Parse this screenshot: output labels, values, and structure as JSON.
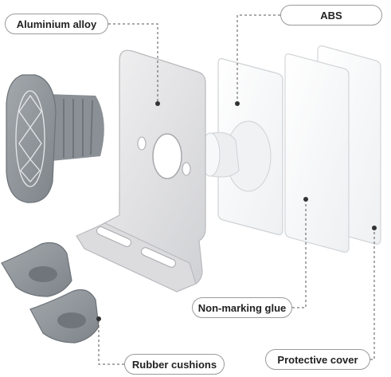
{
  "labels": {
    "aluminium_alloy": "Aluminium alloy",
    "abs": "ABS",
    "non_marking_glue": "Non-marking glue",
    "rubber_cushions": "Rubber cushions",
    "protective_cover": "Protective cover"
  },
  "colors": {
    "background": "#ffffff",
    "rubber_grey": "#8f959b",
    "aluminium": "#e6e6e8",
    "label_border": "#9a9a9a",
    "leader_line": "#555555"
  }
}
